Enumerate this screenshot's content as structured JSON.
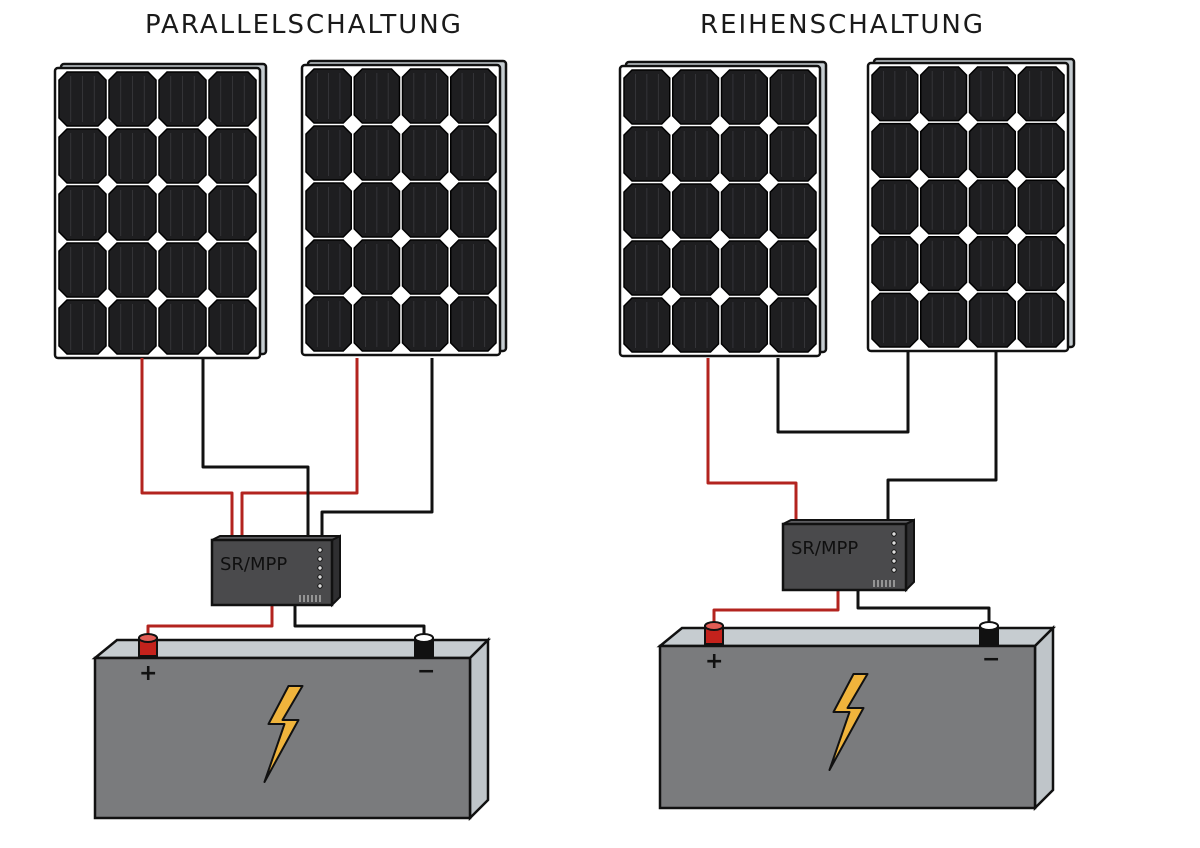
{
  "titles": {
    "parallel": "PARALLELSCHALTUNG",
    "series": "REIHENSCHALTUNG"
  },
  "controller": {
    "label": "SR/MPP"
  },
  "battery": {
    "plus": "+",
    "minus": "−"
  },
  "colors": {
    "panel_cell": "#1e1e20",
    "panel_frame": "#c5ccd0",
    "wire_positive": "#b3241f",
    "wire_negative": "#111111",
    "controller_body": "#4a4a4c",
    "battery_body": "#7a7b7d",
    "bolt": "#f0b43c"
  },
  "icons": {
    "battery": "lightning-bolt-icon"
  }
}
